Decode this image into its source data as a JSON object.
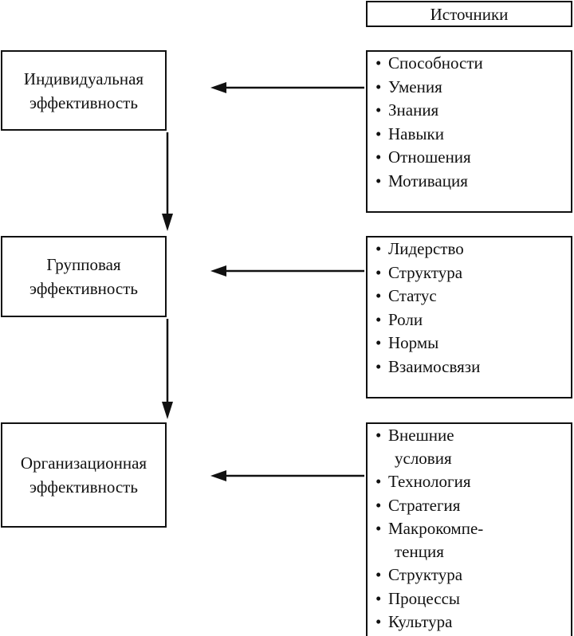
{
  "sources_header": "Источники",
  "levels": [
    {
      "id": "individual",
      "line1": "Индивидуальная",
      "line2": "эффективность",
      "sources": [
        "Способности",
        "Умения",
        "Знания",
        "Навыки",
        "Отношения",
        "Мотивация"
      ]
    },
    {
      "id": "group",
      "line1": "Групповая",
      "line2": "эффективность",
      "sources": [
        "Лидерство",
        "Структура",
        "Статус",
        "Роли",
        "Нормы",
        "Взаимосвязи"
      ]
    },
    {
      "id": "organizational",
      "line1": "Организационная",
      "line2": "эффективность",
      "sources": [
        {
          "a": "Внешние",
          "b": "условия"
        },
        "Технология",
        "Стратегия",
        {
          "a": "Макрокомпе-",
          "b": "тенция"
        },
        "Структура",
        "Процессы",
        "Культура"
      ]
    }
  ]
}
